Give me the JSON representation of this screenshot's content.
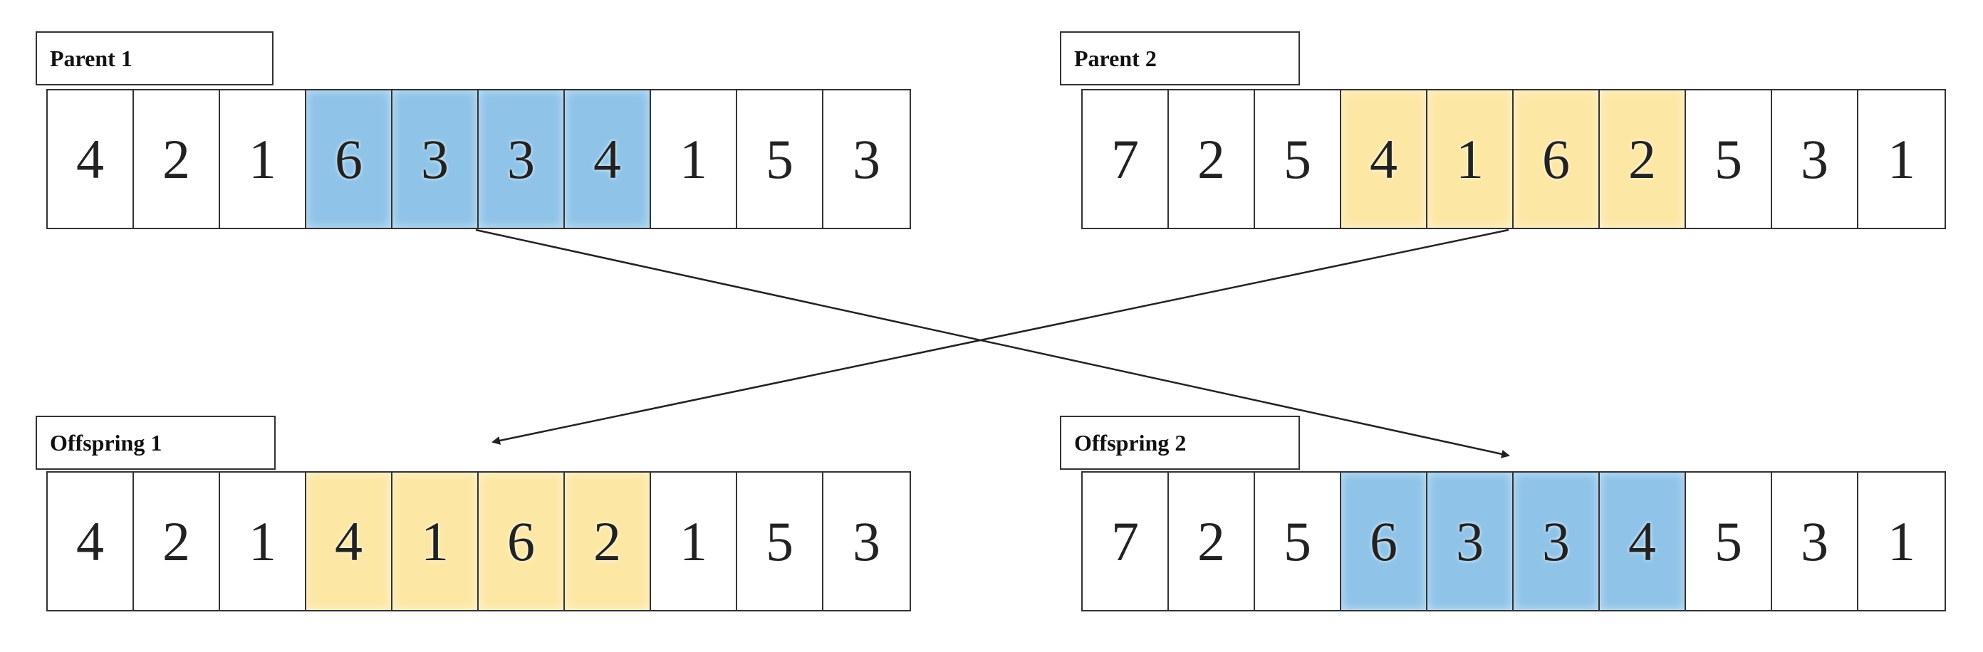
{
  "colors": {
    "blue_segment": "#8fc3e8",
    "yellow_segment": "#fde7a5",
    "line": "#222222"
  },
  "parent1": {
    "label": "Parent 1",
    "genes": [
      "4",
      "2",
      "1",
      "6",
      "3",
      "3",
      "4",
      "1",
      "5",
      "3"
    ],
    "highlight": [
      "none",
      "none",
      "none",
      "blue",
      "blue",
      "blue",
      "blue",
      "none",
      "none",
      "none"
    ]
  },
  "parent2": {
    "label": "Parent 2",
    "genes": [
      "7",
      "2",
      "5",
      "4",
      "1",
      "6",
      "2",
      "5",
      "3",
      "1"
    ],
    "highlight": [
      "none",
      "none",
      "none",
      "yellow",
      "yellow",
      "yellow",
      "yellow",
      "none",
      "none",
      "none"
    ]
  },
  "offspring1": {
    "label": "Offspring 1",
    "genes": [
      "4",
      "2",
      "1",
      "4",
      "1",
      "6",
      "2",
      "1",
      "5",
      "3"
    ],
    "highlight": [
      "none",
      "none",
      "none",
      "yellow",
      "yellow",
      "yellow",
      "yellow",
      "none",
      "none",
      "none"
    ]
  },
  "offspring2": {
    "label": "Offspring 2",
    "genes": [
      "7",
      "2",
      "5",
      "6",
      "3",
      "3",
      "4",
      "5",
      "3",
      "1"
    ],
    "highlight": [
      "none",
      "none",
      "none",
      "blue",
      "blue",
      "blue",
      "blue",
      "none",
      "none",
      "none"
    ]
  }
}
